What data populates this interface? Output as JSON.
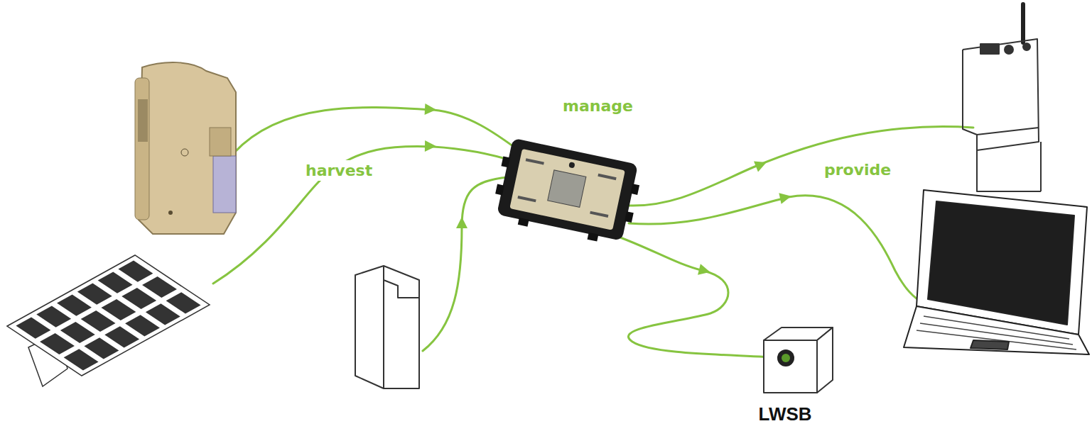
{
  "diagram": {
    "nodes": [
      {
        "text": [
          "LWSB"
        ]
      }
    ],
    "labels": [
      "manage",
      "harvest",
      "provide"
    ]
  }
}
